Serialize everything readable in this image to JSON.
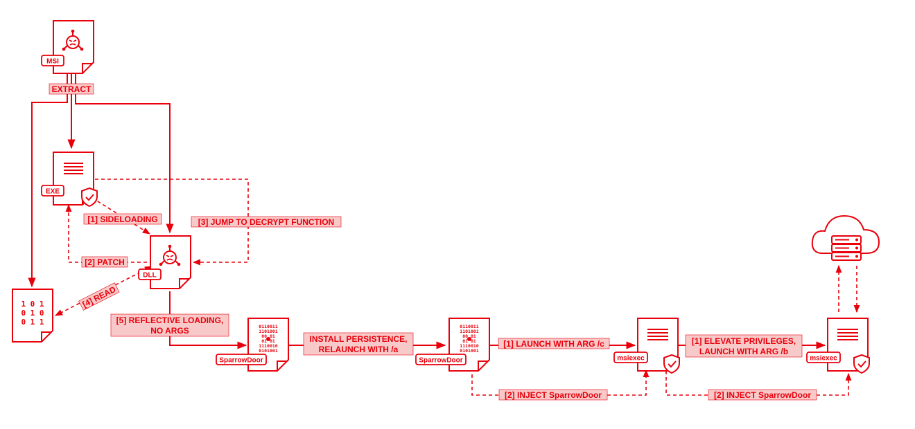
{
  "colors": {
    "accent": "#e8000b",
    "label_fill": "#f8c9c9"
  },
  "nodes": {
    "msi": {
      "tag": "MSI",
      "icon": "bug-icon"
    },
    "exe": {
      "tag": "EXE",
      "icon": "shield-check-icon"
    },
    "dll": {
      "tag": "DLL",
      "icon": "bug-icon"
    },
    "data": {
      "icon": "binary-file-icon",
      "rows": [
        "1 0 1",
        "0 1 0",
        "0 1 1"
      ]
    },
    "sparrowdoor_1": {
      "tag": "SparrowDoor",
      "rows": [
        "0110011",
        "1101001",
        "00 01",
        "01 01",
        "1110010",
        "0101001"
      ]
    },
    "sparrowdoor_2": {
      "tag": "SparrowDoor",
      "rows": [
        "0110011",
        "1101001",
        "00 01",
        "01 01",
        "1110010",
        "0101001"
      ]
    },
    "msiexec_1": {
      "tag": "msiexec",
      "icon": "shield-check-icon"
    },
    "msiexec_2": {
      "tag": "msiexec",
      "icon": "shield-check-icon"
    },
    "c2": {
      "icon": "cloud-server-icon"
    }
  },
  "edges": {
    "extract": "EXTRACT",
    "sideloading": "[1] SIDELOADING",
    "patch": "[2] PATCH",
    "jump": "[3] JUMP TO DECRYPT FUNCTION",
    "read": "[4] READ",
    "reflective": [
      "[5] REFLECTIVE LOADING,",
      "NO ARGS"
    ],
    "persistence": [
      "INSTALL PERSISTENCE,",
      "RELAUNCH WITH /a"
    ],
    "launch_c": "[1] LAUNCH WITH ARG /c",
    "inject_1": "[2] INJECT SparrowDoor",
    "elevate": [
      "[1] ELEVATE PRIVILEGES,",
      "LAUNCH WITH ARG /b"
    ],
    "inject_2": "[2] INJECT SparrowDoor"
  }
}
